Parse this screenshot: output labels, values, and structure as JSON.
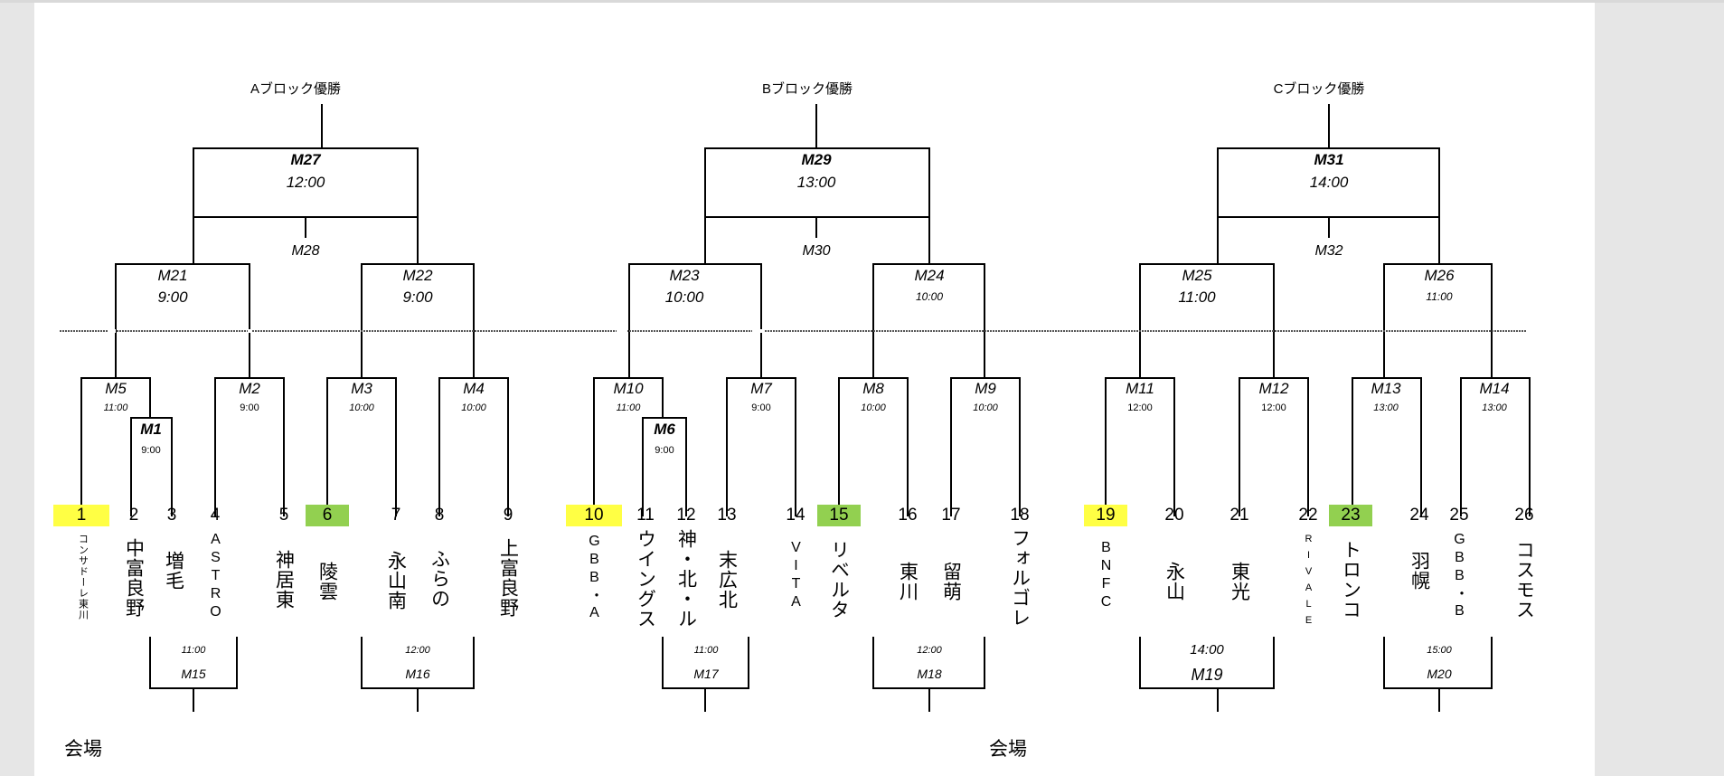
{
  "blocks": [
    {
      "winner_label": "Aブロック優勝"
    },
    {
      "winner_label": "Bブロック優勝"
    },
    {
      "winner_label": "Cブロック優勝"
    }
  ],
  "matches": {
    "M27": {
      "label": "M27",
      "time": "12:00"
    },
    "M28": {
      "label": "M28"
    },
    "M29": {
      "label": "M29",
      "time": "13:00"
    },
    "M30": {
      "label": "M30"
    },
    "M31": {
      "label": "M31",
      "time": "14:00"
    },
    "M32": {
      "label": "M32"
    },
    "M21": {
      "label": "M21",
      "time": "9:00"
    },
    "M22": {
      "label": "M22",
      "time": "9:00"
    },
    "M23": {
      "label": "M23",
      "time": "10:00"
    },
    "M24": {
      "label": "M24",
      "time": "10:00"
    },
    "M25": {
      "label": "M25",
      "time": "11:00"
    },
    "M26": {
      "label": "M26",
      "time": "11:00"
    },
    "M5": {
      "label": "M5",
      "time": "11:00"
    },
    "M1": {
      "label": "M1",
      "time": "9:00"
    },
    "M2": {
      "label": "M2",
      "time": "9:00"
    },
    "M3": {
      "label": "M3",
      "time": "10:00"
    },
    "M4": {
      "label": "M4",
      "time": "10:00"
    },
    "M10": {
      "label": "M10",
      "time": "11:00"
    },
    "M6": {
      "label": "M6",
      "time": "9:00"
    },
    "M7": {
      "label": "M7",
      "time": "9:00"
    },
    "M8": {
      "label": "M8",
      "time": "10:00"
    },
    "M9": {
      "label": "M9",
      "time": "10:00"
    },
    "M11": {
      "label": "M11",
      "time": "12:00"
    },
    "M12": {
      "label": "M12",
      "time": "12:00"
    },
    "M13": {
      "label": "M13",
      "time": "13:00"
    },
    "M14": {
      "label": "M14",
      "time": "13:00"
    },
    "M15": {
      "label": "M15",
      "time": "11:00"
    },
    "M16": {
      "label": "M16",
      "time": "12:00"
    },
    "M17": {
      "label": "M17",
      "time": "11:00"
    },
    "M18": {
      "label": "M18",
      "time": "12:00"
    },
    "M19": {
      "label": "M19",
      "time": "14:00"
    },
    "M20": {
      "label": "M20",
      "time": "15:00"
    }
  },
  "teams": [
    {
      "num": "1",
      "name": "コンサドーレ東川",
      "highlight": "#ffff44"
    },
    {
      "num": "2",
      "name": "中富良野"
    },
    {
      "num": "3",
      "name": "増毛"
    },
    {
      "num": "4",
      "name": "ASTRO"
    },
    {
      "num": "5",
      "name": "神居東"
    },
    {
      "num": "6",
      "name": "陵雲",
      "highlight": "#92d050"
    },
    {
      "num": "7",
      "name": "永山南"
    },
    {
      "num": "8",
      "name": "ふらの"
    },
    {
      "num": "9",
      "name": "上富良野"
    },
    {
      "num": "10",
      "name": "GBB・A",
      "highlight": "#ffff44"
    },
    {
      "num": "11",
      "name": "ウイングス"
    },
    {
      "num": "12",
      "name": "神・北・ル"
    },
    {
      "num": "13",
      "name": "末広北"
    },
    {
      "num": "14",
      "name": "VITA"
    },
    {
      "num": "15",
      "name": "リベルタ",
      "highlight": "#92d050"
    },
    {
      "num": "16",
      "name": "東川"
    },
    {
      "num": "17",
      "name": "留萌"
    },
    {
      "num": "18",
      "name": "フォルゴレ"
    },
    {
      "num": "19",
      "name": "BNFC",
      "highlight": "#ffff44"
    },
    {
      "num": "20",
      "name": "永山"
    },
    {
      "num": "21",
      "name": "東光"
    },
    {
      "num": "22",
      "name": "RIVALE"
    },
    {
      "num": "23",
      "name": "トロンコ",
      "highlight": "#92d050"
    },
    {
      "num": "24",
      "name": "羽幌"
    },
    {
      "num": "25",
      "name": "GBB・B"
    },
    {
      "num": "26",
      "name": "コスモス"
    }
  ],
  "venue_labels": [
    "会場",
    "会場"
  ],
  "colors": {
    "yellow_highlight": "#ffff44",
    "green_highlight": "#92d050",
    "line": "#000000",
    "dotted_line": "#555555"
  }
}
